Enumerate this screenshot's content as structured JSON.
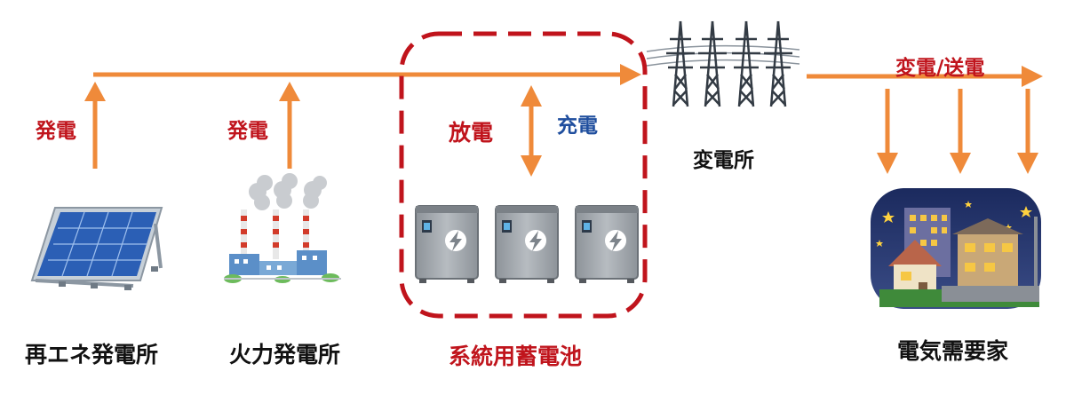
{
  "labels": {
    "gen1": "発電",
    "gen2": "発電",
    "discharge": "放電",
    "charge": "充電",
    "transmission": "変電/送電",
    "substation": "変電所",
    "renewable_plant": "再エネ発電所",
    "thermal_plant": "火力発電所",
    "grid_battery": "系統用蓄電池",
    "consumer": "電気需要家"
  },
  "colors": {
    "arrow": "#ef8a3a",
    "highlight_red": "#c0141c",
    "accent_blue": "#1f4e9e",
    "text": "#111111"
  },
  "icons": {
    "solar": "solar-panel-icon",
    "thermal": "thermal-power-plant-icon",
    "battery": "battery-storage-icon",
    "tower": "transmission-tower-icon",
    "houses": "night-houses-icon"
  }
}
